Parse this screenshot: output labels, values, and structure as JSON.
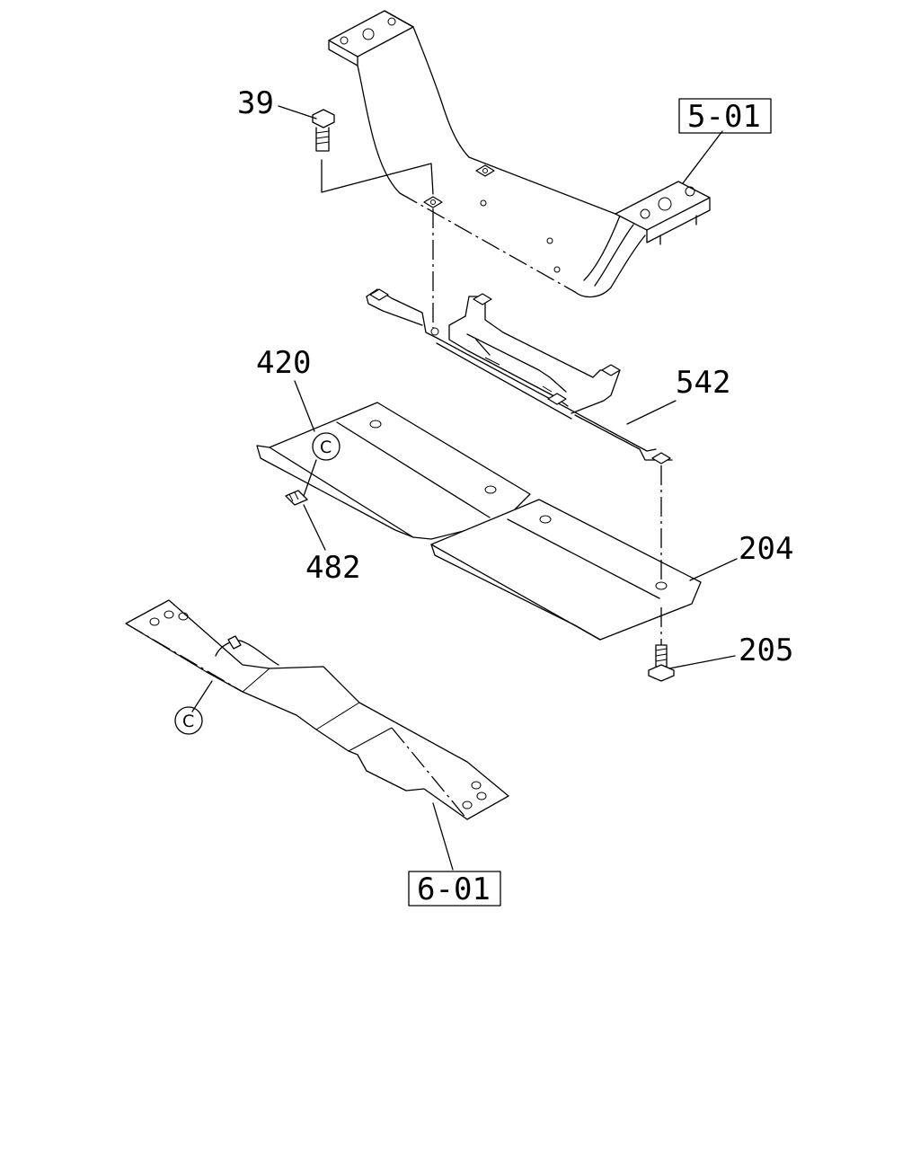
{
  "callouts": {
    "c39": "39",
    "c420": "420",
    "c482": "482",
    "c542": "542",
    "c204": "204",
    "c205": "205"
  },
  "references": {
    "ref_upper": "5-01",
    "ref_lower": "6-01"
  },
  "connectors": {
    "upper": "C",
    "lower": "C"
  }
}
